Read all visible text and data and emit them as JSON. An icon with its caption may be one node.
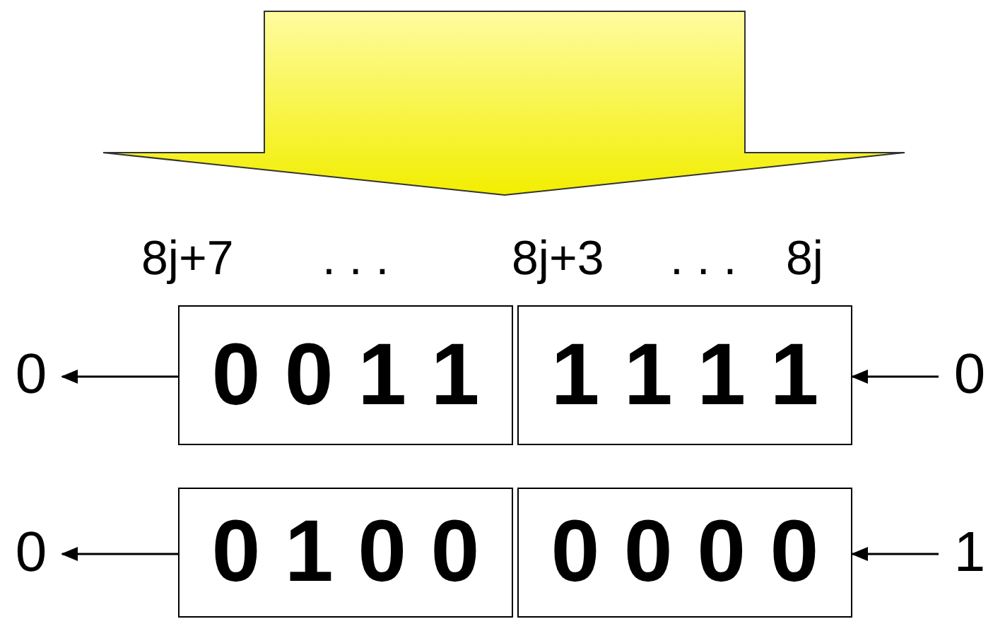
{
  "diagram": {
    "nodes": [
      {
        "text": [
          "0"
        ]
      },
      {
        "text": [
          "0 0 1 1"
        ]
      },
      {
        "text": [
          "1 1 1 1"
        ]
      },
      {
        "text": [
          "0"
        ]
      },
      {
        "text": [
          "0"
        ]
      },
      {
        "text": [
          "0 1 0 0"
        ]
      },
      {
        "text": [
          "0 0 0 0"
        ]
      },
      {
        "text": [
          "1"
        ]
      }
    ],
    "edges": [
      {
        "from": 1,
        "to": 0,
        "arrow": "to"
      },
      {
        "from": 3,
        "to": 2,
        "arrow": "to"
      },
      {
        "from": 5,
        "to": 4,
        "arrow": "to"
      },
      {
        "from": 7,
        "to": 6,
        "arrow": "to"
      }
    ],
    "labels": [
      "8j+7",
      ". . .",
      "8j+3",
      ". . .",
      "8j"
    ]
  }
}
